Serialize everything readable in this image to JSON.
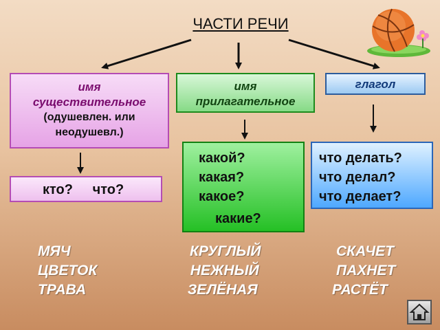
{
  "title": "ЧАСТИ РЕЧИ",
  "categories": {
    "noun": {
      "name_line1": "имя",
      "name_line2": "существительное",
      "note_line1": "(одушевлен. или",
      "note_line2": "неодушевл.)"
    },
    "adjective": {
      "name_line1": "имя",
      "name_line2": "прилагательное"
    },
    "verb": {
      "name": "глагол"
    }
  },
  "questions": {
    "noun": "кто?   что?",
    "adjective": [
      "какой?",
      "какая?",
      "какое?",
      "какие?"
    ],
    "verb": [
      "что делать?",
      "что делал?",
      "что делает?"
    ]
  },
  "examples": {
    "nouns": [
      "МЯЧ",
      "ЦВЕТОК",
      "ТРАВА"
    ],
    "adjectives": [
      "КРУГЛЫЙ",
      "НЕЖНЫЙ",
      "ЗЕЛЁНАЯ"
    ],
    "verbs": [
      "СКАЧЕТ",
      "ПАХНЕТ",
      "РАСТЁТ"
    ]
  },
  "icons": {
    "decoration": "basketball-icon",
    "navigation": "home-icon"
  },
  "colors": {
    "noun": "#e6a3e6",
    "adjective": "#25c025",
    "verb": "#4ea8ff",
    "examples": "#ffffff"
  }
}
